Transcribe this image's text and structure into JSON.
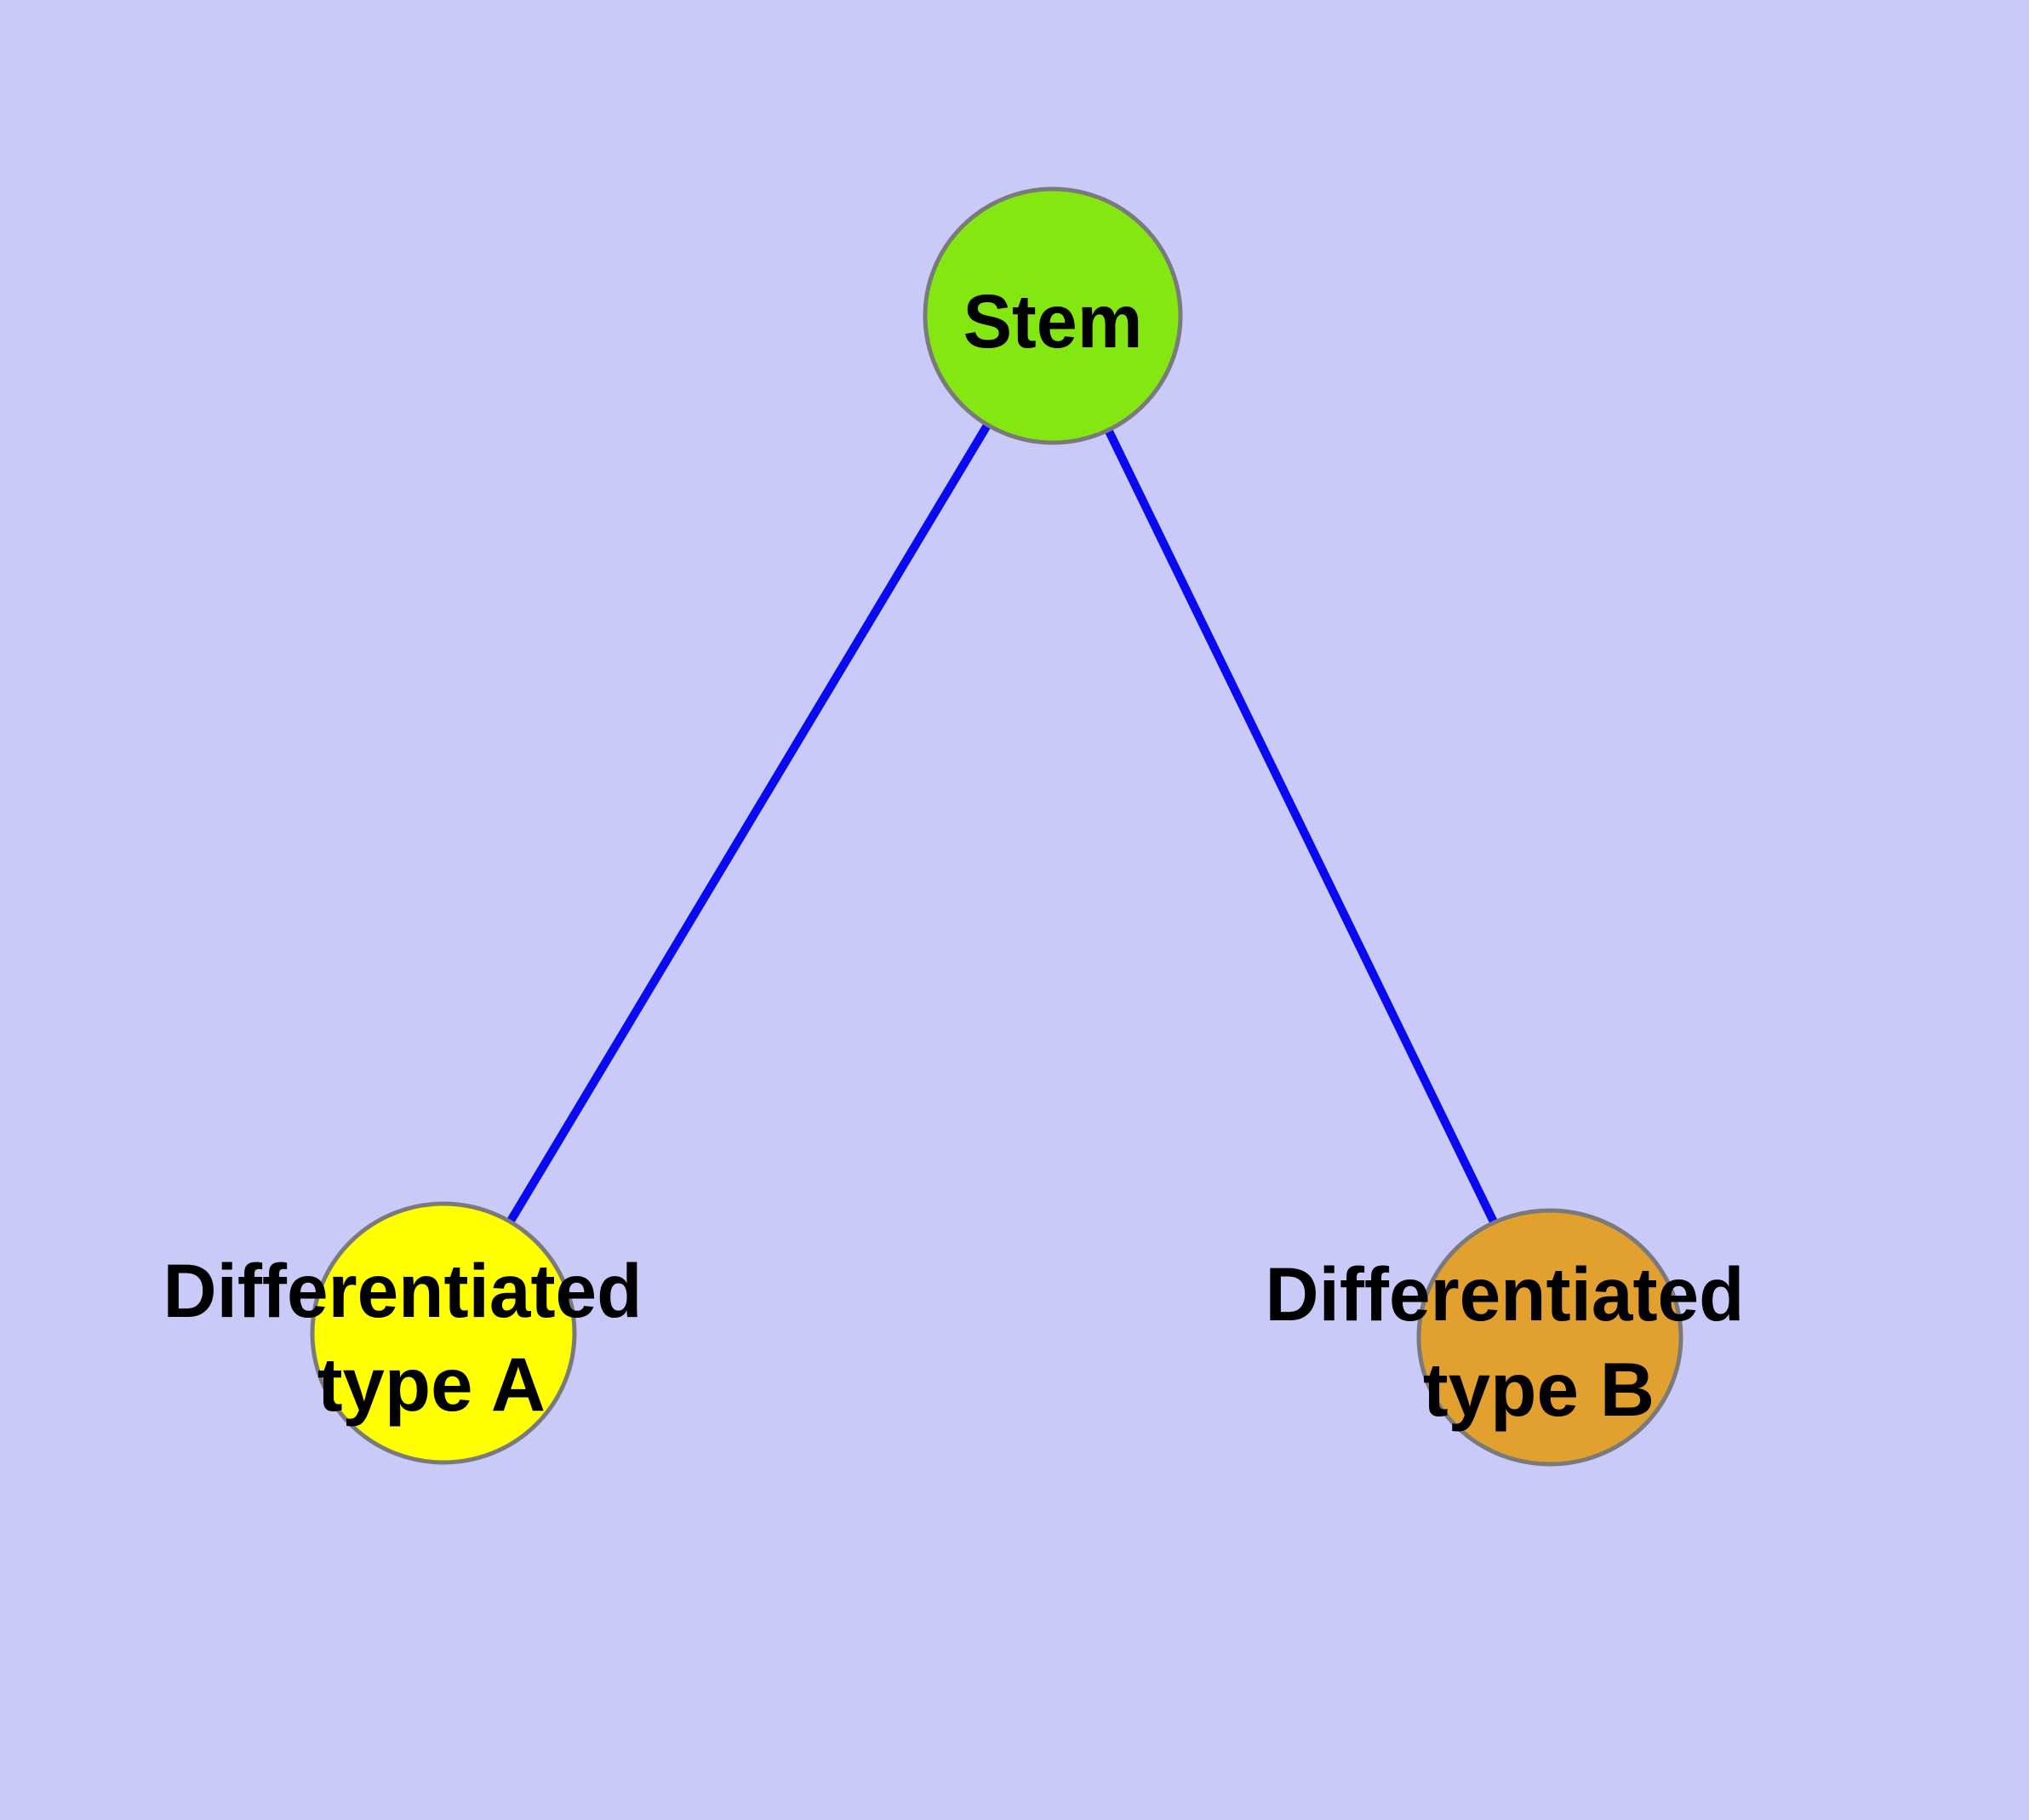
{
  "diagram": {
    "type": "node-link-graph",
    "background_color": "#cacaf8",
    "edge_color": "#0a0af0",
    "node_border_color": "#7a7a7a",
    "label_color": "#000000",
    "nodes": {
      "stem": {
        "label": "Stem",
        "fill": "#84e712"
      },
      "type_a": {
        "label_line1": "Differentiated",
        "label_line2": "type A",
        "fill": "#ffff00"
      },
      "type_b": {
        "label_line1": "Differentiated",
        "label_line2": "type B",
        "fill": "#e2a02f"
      }
    },
    "edges": [
      {
        "from": "stem",
        "to": "type_a"
      },
      {
        "from": "stem",
        "to": "type_b"
      }
    ]
  }
}
